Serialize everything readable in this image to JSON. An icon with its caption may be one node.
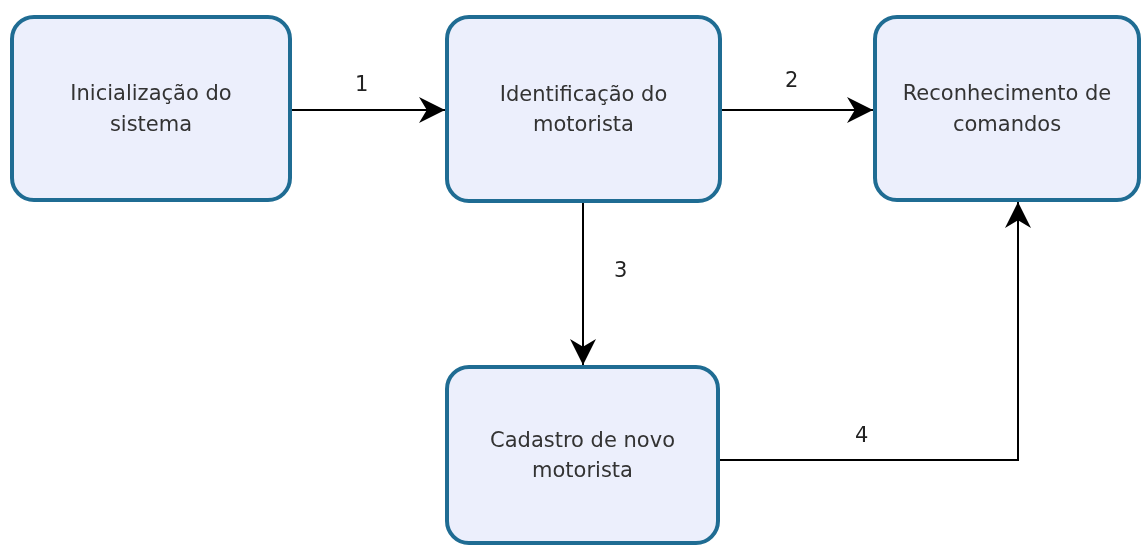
{
  "diagram": {
    "nodes": [
      {
        "text": [
          "Inicialização do sistema"
        ]
      },
      {
        "text": [
          "Identificação do motorista"
        ]
      },
      {
        "text": [
          "Reconhecimento de comandos"
        ]
      },
      {
        "text": [
          "Cadastro de novo motorista"
        ]
      }
    ],
    "edges": [
      {
        "from": 0,
        "to": 1,
        "arrow": "to",
        "label": "1"
      },
      {
        "from": 1,
        "to": 2,
        "arrow": "to",
        "label": "2"
      },
      {
        "from": 1,
        "to": 3,
        "arrow": "to",
        "label": "3"
      },
      {
        "from": 3,
        "to": 2,
        "arrow": "to",
        "label": "4"
      }
    ]
  }
}
